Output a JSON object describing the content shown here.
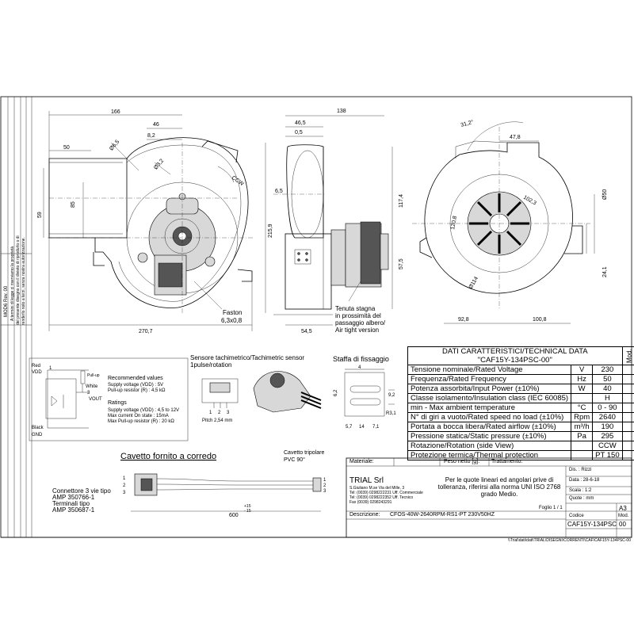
{
  "left_margin": {
    "company_note_lines": [
      "A termini di legge ci riserviamo la proprietà",
      "del presente disegno con il divieto di riprodurlo o di",
      "renderlo noto a terzi, senza nostra autorizzazione."
    ],
    "form_code": "MOD6 Rev. 00"
  },
  "dimensions": {
    "front": [
      "166",
      "46",
      "8,2",
      "50",
      "Ø6,5",
      "Ø3,2",
      "85",
      "59",
      "215,9",
      "270,7",
      "CCW"
    ],
    "front_note": [
      "Faston",
      "6,3x0,8"
    ],
    "side": [
      "138",
      "46,5",
      "0,5",
      "6,5",
      "117,4",
      "57,5",
      "54,5"
    ],
    "side_note": [
      "Tenuta stagna",
      "in prossimità del",
      "passaggio albero/",
      "Air tight version"
    ],
    "rear": [
      "31,2°",
      "47,8",
      "102,3",
      "120,8",
      "Ø50",
      "Ø114",
      "92,8",
      "100,8",
      "24,1"
    ]
  },
  "tech_data": {
    "title": "DATI CARATTERISTICI/TECHNICAL DATA",
    "subtitle": "\"CAF15Y-134PSC-00\"",
    "mod_label": "Mod.",
    "rows": [
      {
        "label": "Tensione nominale/Rated Voltage",
        "unit": "V",
        "value": "230"
      },
      {
        "label": "Frequenza/Rated Frequency",
        "unit": "Hz",
        "value": "50"
      },
      {
        "label": "Potenza assorbita/Input Power (±10%)",
        "unit": "W",
        "value": "40"
      },
      {
        "label": "Classe isolamento/Insulation class (IEC 60085)",
        "unit": "",
        "value": "H"
      },
      {
        "label": "min - Max ambient temperature",
        "unit": "°C",
        "value": "0 - 90"
      },
      {
        "label": "N° di giri a vuoto/Rated speed no load (±10%)",
        "unit": "Rpm",
        "value": "2640"
      },
      {
        "label": "Portata a bocca libera/Rated airflow (±10%)",
        "unit": "m³/h",
        "value": "190"
      },
      {
        "label": "Pressione statica/Static pressure (±10%)",
        "unit": "Pa",
        "value": "295"
      },
      {
        "label": "Rotazione/Rotation (side View)",
        "unit": "",
        "value": "CCW"
      },
      {
        "label": "Protezione termica/Thermal protection",
        "unit": "",
        "value": "PT 150"
      }
    ]
  },
  "sensor": {
    "labels": [
      "Red",
      "VDD",
      "Pull-up",
      "White",
      "3",
      "VOUT",
      "Black",
      "GND",
      "1"
    ],
    "recommended_title": "Recommended values",
    "recommended": [
      "Supply voltage (VDD) : 5V",
      "Pull-up resistor (R)   : 4,5 kΩ"
    ],
    "ratings_title": "Ratings",
    "ratings": [
      "Supply voltage (VDD) : 4,5 to 12V",
      "Max current On state : 15mA",
      "Max Pull-up resistor (R) : 20 kΩ"
    ],
    "tacho_title": "Sensore tachimetrico/Tachimetric sensor",
    "tacho_sub": "1pulse/rotation",
    "pitch": "Pitch 2,54 mm",
    "pins": [
      "1",
      "2",
      "3"
    ]
  },
  "bracket": {
    "title": "Staffa di fissaggio",
    "dims": [
      "4",
      "6,2",
      "9,2",
      "R3,1",
      "5,7",
      "14",
      "7,1"
    ]
  },
  "cable": {
    "title": "Cavetto fornito a corredo",
    "tripolar": [
      "Cavetto tripolare",
      "PVC 90°"
    ],
    "connector": [
      "Connettore 3 vie tipo",
      "AMP 350766-1",
      "Terminali tipo",
      "AMP 350687-1"
    ],
    "pins": [
      "1",
      "2",
      "3"
    ],
    "pins_right": [
      "1",
      "2",
      "3"
    ],
    "length": "600",
    "tol": [
      "+15",
      "- 15"
    ]
  },
  "title_block": {
    "materiale": "Materiale:",
    "peso": "Peso netto [g]:",
    "trattamento": "Trattamento:",
    "company": "TRIAL Srl",
    "address": [
      "S.Giuliano M.se Via del Mille, 3",
      "Tel: (0039) 0298222231 Uff. Commerciale",
      "Tel: (0039) 0298222352 Uff. Tecnico",
      "Fax (0039) 0298243291"
    ],
    "tolerance_note": [
      "Per le quote lineari ed angolari prive di",
      "tolleranza, riferirsi alla norma UNI ISO 2768",
      "grado Medio."
    ],
    "dis": "Dis. : Rizzi",
    "data": "Data : 28-6-18",
    "scala": "Scala : 1:2",
    "quote": "Quote : mm",
    "foglio": "Foglio 1 / 1",
    "format": "A3",
    "descrizione_label": "Descrizione:",
    "descrizione": "CFOS-40W-2640RPM-RS1-PT    230V50HZ",
    "codice_label": "Codice",
    "mod_label": "Mod.",
    "codice": "CAF15Y-134PSC",
    "mod": "00",
    "file_path": "\\\\Trial\\dati\\dati\\TRIAL\\DISEGNI\\CORRENTI\\CAF\\CAF15Y-134PSC-00"
  }
}
